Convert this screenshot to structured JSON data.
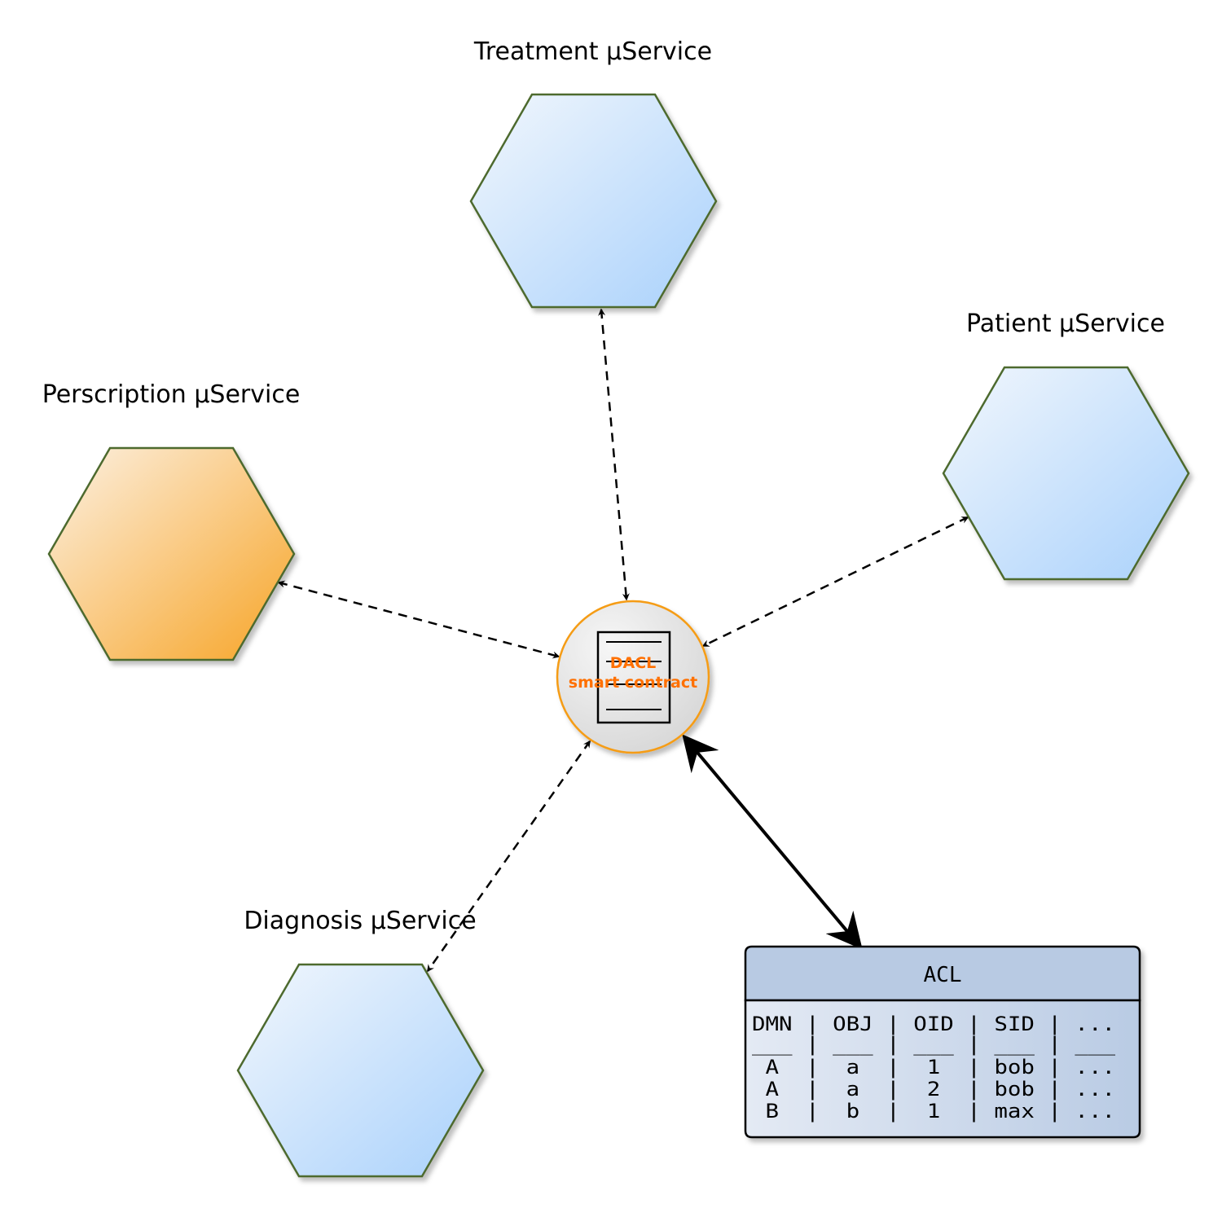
{
  "services": {
    "treatment": {
      "label": "Treatment µService"
    },
    "patient": {
      "label": "Patient µService"
    },
    "perscription": {
      "label": "Perscription µService"
    },
    "diagnosis": {
      "label": "Diagnosis µService"
    }
  },
  "contract": {
    "line1": "DACL",
    "line2": "smart contract",
    "icon": "document-icon"
  },
  "acl": {
    "title": "ACL",
    "rows": [
      "DMN | OBJ | OID | SID | ...",
      "___ | ___ | ___ | ___ | ___",
      " A  |  a  |  1  | bob | ...",
      " A  |  a  |  2  | bob | ...",
      " B  |  b  |  1  | max | ..."
    ]
  },
  "colors": {
    "blue_fill_light": "#eef4fc",
    "blue_fill_dark": "#a9d1fb",
    "orange_fill_light": "#fbeede",
    "orange_fill_dark": "#f7a426",
    "hex_stroke": "#4d6a2f",
    "contract_stroke": "#f59c12",
    "contract_text": "#ff7000",
    "acl_header": "#b8cae3",
    "acl_body_light": "#e2e8f3",
    "acl_body_dark": "#b8cae3"
  }
}
